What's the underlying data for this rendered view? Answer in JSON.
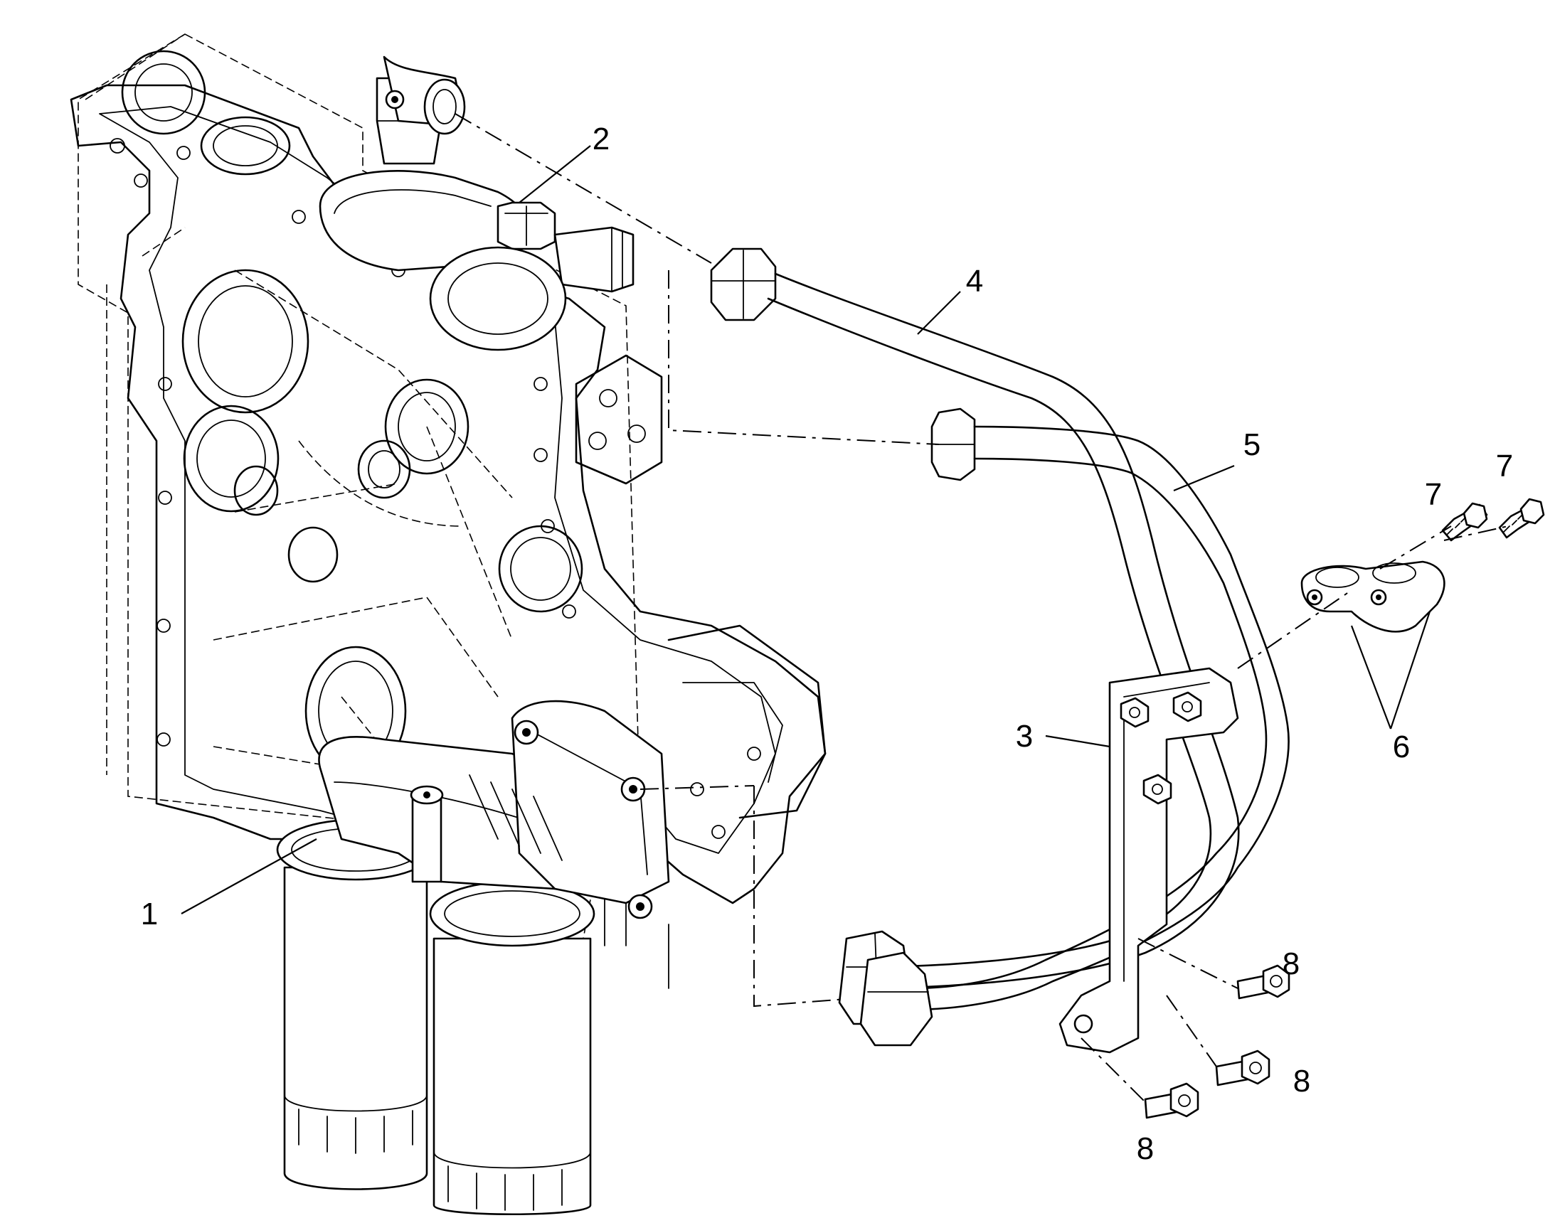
{
  "callouts": [
    {
      "id": "1",
      "text": "1",
      "part": "oil-filter-head-assembly"
    },
    {
      "id": "2",
      "text": "2",
      "part": "cooler-adapter"
    },
    {
      "id": "3",
      "text": "3",
      "part": "support-bracket"
    },
    {
      "id": "4",
      "text": "4",
      "part": "upper-oil-pipe"
    },
    {
      "id": "5",
      "text": "5",
      "part": "lower-oil-pipe"
    },
    {
      "id": "6",
      "text": "6",
      "part": "pipe-clamp"
    },
    {
      "id": "7a",
      "text": "7",
      "part": "clamp-screw"
    },
    {
      "id": "7b",
      "text": "7",
      "part": "clamp-screw"
    },
    {
      "id": "8a",
      "text": "8",
      "part": "flange-bolt"
    },
    {
      "id": "8b",
      "text": "8",
      "part": "flange-bolt"
    },
    {
      "id": "8c",
      "text": "8",
      "part": "flange-bolt"
    }
  ]
}
